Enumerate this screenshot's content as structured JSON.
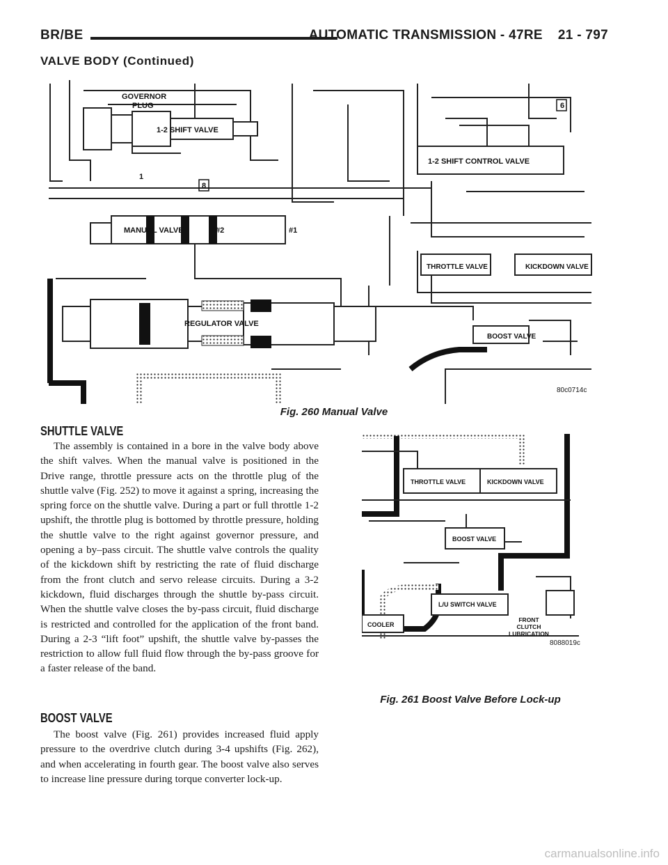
{
  "header": {
    "left": "BR/BE",
    "title": "AUTOMATIC TRANSMISSION - 47RE",
    "page": "21 - 797"
  },
  "section_title": "VALVE BODY (Continued)",
  "figure1": {
    "labels": {
      "governor": "GOVERNOR",
      "plug": "PLUG",
      "shift12": "1-2 SHIFT VALVE",
      "shift_control": "1-2 SHIFT CONTROL VALVE",
      "manual": "MANUAL VALVE",
      "pos2": "#2",
      "pos1": "#1",
      "throttle": "THROTTLE VALVE",
      "kickdown": "KICKDOWN VALVE",
      "regulator": "REGULATOR VALVE",
      "boost": "BOOST VALVE",
      "n1": "1",
      "n6": "6",
      "n8": "8",
      "code": "80c0714c"
    },
    "caption": "Fig. 260 Manual Valve"
  },
  "shuttle": {
    "heading": "SHUTTLE VALVE",
    "body": "The assembly is contained in a bore in the valve body above the shift valves. When the manual valve is positioned in the Drive range, throttle pressure acts on the throttle plug of the shuttle valve (Fig. 252) to move it against a spring, increasing the spring force on the shuttle valve. During a part or full throttle 1-2 upshift, the throttle plug is bottomed by throttle pressure, holding the shuttle valve to the right against governor pressure, and opening a by–pass circuit. The shuttle valve controls the quality of the kickdown shift by restricting the rate of fluid discharge from the front clutch and servo release circuits. During a 3-2 kickdown, fluid discharges through the shuttle by-pass circuit. When the shuttle valve closes the by-pass circuit, fluid discharge is restricted and controlled for the application of the front band. During a 2-3 “lift foot” upshift, the shuttle valve by-passes the restriction to allow full fluid flow through the by-pass groove for a faster release of the band."
  },
  "boost_section": {
    "heading": "BOOST VALVE",
    "body": "The boost valve (Fig. 261) provides increased fluid apply pressure to the overdrive clutch during 3-4 upshifts (Fig. 262), and when accelerating in fourth gear. The boost valve also serves to increase line pressure during torque converter lock-up."
  },
  "figure2": {
    "labels": {
      "throttle": "THROTTLE VALVE",
      "kickdown": "KICKDOWN VALVE",
      "boost": "BOOST VALVE",
      "lu_switch": "L/U SWITCH VALVE",
      "cooler": "COOLER",
      "front": "FRONT",
      "clutch": "CLUTCH",
      "lubrication": "LUBRICATION",
      "code": "8088019c"
    },
    "caption": "Fig. 261 Boost Valve Before Lock-up"
  },
  "watermark": "carmanualsonline.info"
}
